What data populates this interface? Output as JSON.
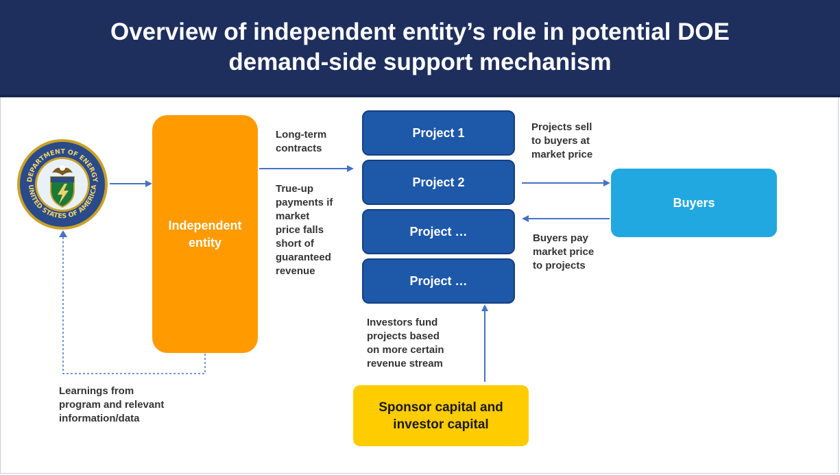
{
  "title": "Overview of independent entity’s role in potential DOE demand-side support mechanism",
  "logo": {
    "icon": "doe-seal-icon",
    "text_top": "DEPARTMENT OF ENERGY",
    "text_bottom": "UNITED STATES OF AMERICA"
  },
  "entity": {
    "label": "Independent entity"
  },
  "projects": [
    "Project 1",
    "Project 2",
    "Project …",
    "Project …"
  ],
  "buyers": {
    "label": "Buyers"
  },
  "sponsor": {
    "label": "Sponsor capital and investor capital"
  },
  "labels": {
    "contracts": [
      "Long-term",
      "contracts"
    ],
    "trueup": [
      "True-up",
      "payments if",
      "market",
      "price falls",
      "short of",
      "guaranteed",
      "revenue"
    ],
    "sell": [
      "Projects sell",
      "to buyers at",
      "market price"
    ],
    "pay": [
      "Buyers pay",
      "market price",
      "to projects"
    ],
    "investors": [
      "Investors fund",
      "projects based",
      "on more certain",
      "revenue stream"
    ],
    "learnings": [
      "Learnings from",
      "program and relevant",
      "information/data"
    ]
  },
  "colors": {
    "header": "#1e2f5e",
    "entity": "#ff9a00",
    "project": "#1e58a8",
    "buyers": "#22a8e0",
    "sponsor": "#ffcc00",
    "arrow": "#4472c4"
  }
}
